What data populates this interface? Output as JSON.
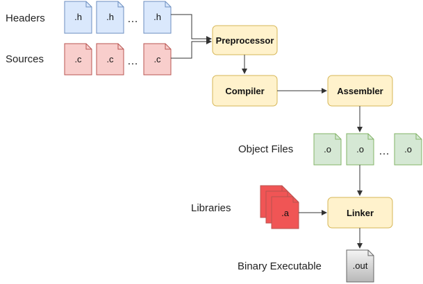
{
  "labels": {
    "headers": "Headers",
    "sources": "Sources",
    "object_files": "Object Files",
    "libraries": "Libraries",
    "binary_executable": "Binary Executable"
  },
  "ellipsis": "…",
  "stages": {
    "preprocessor": "Preprocessor",
    "compiler": "Compiler",
    "assembler": "Assembler",
    "linker": "Linker"
  },
  "files": {
    "header": ".h",
    "source": ".c",
    "object": ".o",
    "library": ".a",
    "executable": ".out"
  },
  "colors": {
    "header_fill": "#dae8fc",
    "header_stroke": "#6c8ebf",
    "source_fill": "#f8cecc",
    "source_stroke": "#b85450",
    "object_fill": "#d5e8d4",
    "object_stroke": "#82b366",
    "stage_fill": "#fff2cc",
    "stage_stroke": "#d6b656",
    "library_fill": "#f05555",
    "library_stroke": "#b85450",
    "executable_fill": "#dddddd",
    "executable_stroke": "#666666",
    "edge": "#333333"
  }
}
